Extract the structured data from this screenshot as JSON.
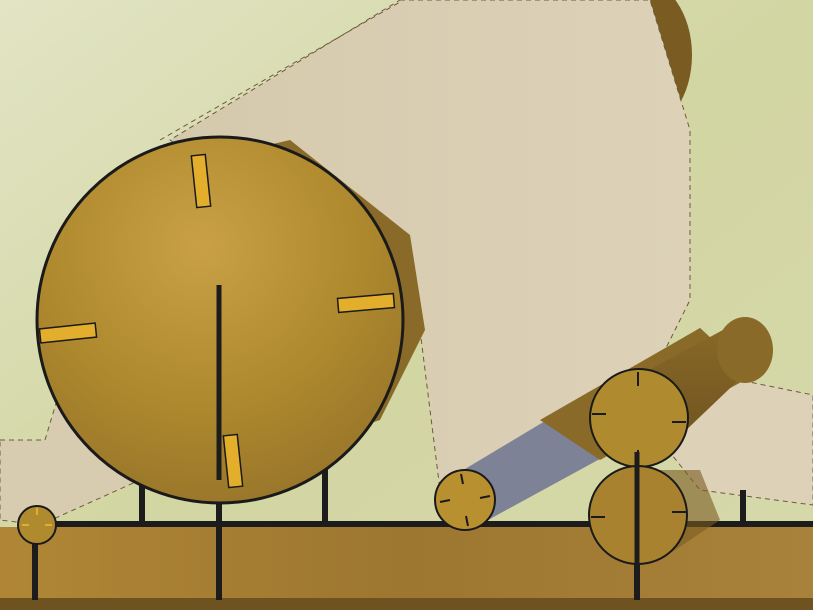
{
  "scene": {
    "palette": {
      "background": "#d2d6a2",
      "background_light": "#e2e4c4",
      "web": "#d8ccb0",
      "web_shadow": "#bfb398",
      "web_dark_side": "#8a8fa0",
      "roller_face": "#b08a2e",
      "roller_face_light": "#c9a045",
      "roller_body": "#8a6a28",
      "roller_body_dark": "#6e5220",
      "tick_mark": "#e3ae2c",
      "floor": "#a07a35",
      "floor_dark": "#7a5b22",
      "frame": "#1c1c1c",
      "outline": "#1a1a1a"
    },
    "components": [
      "large-drum",
      "top-roller",
      "small-idler-left",
      "small-idler-middle",
      "nip-roller-upper",
      "nip-roller-lower",
      "paper-web",
      "support-frame"
    ]
  }
}
